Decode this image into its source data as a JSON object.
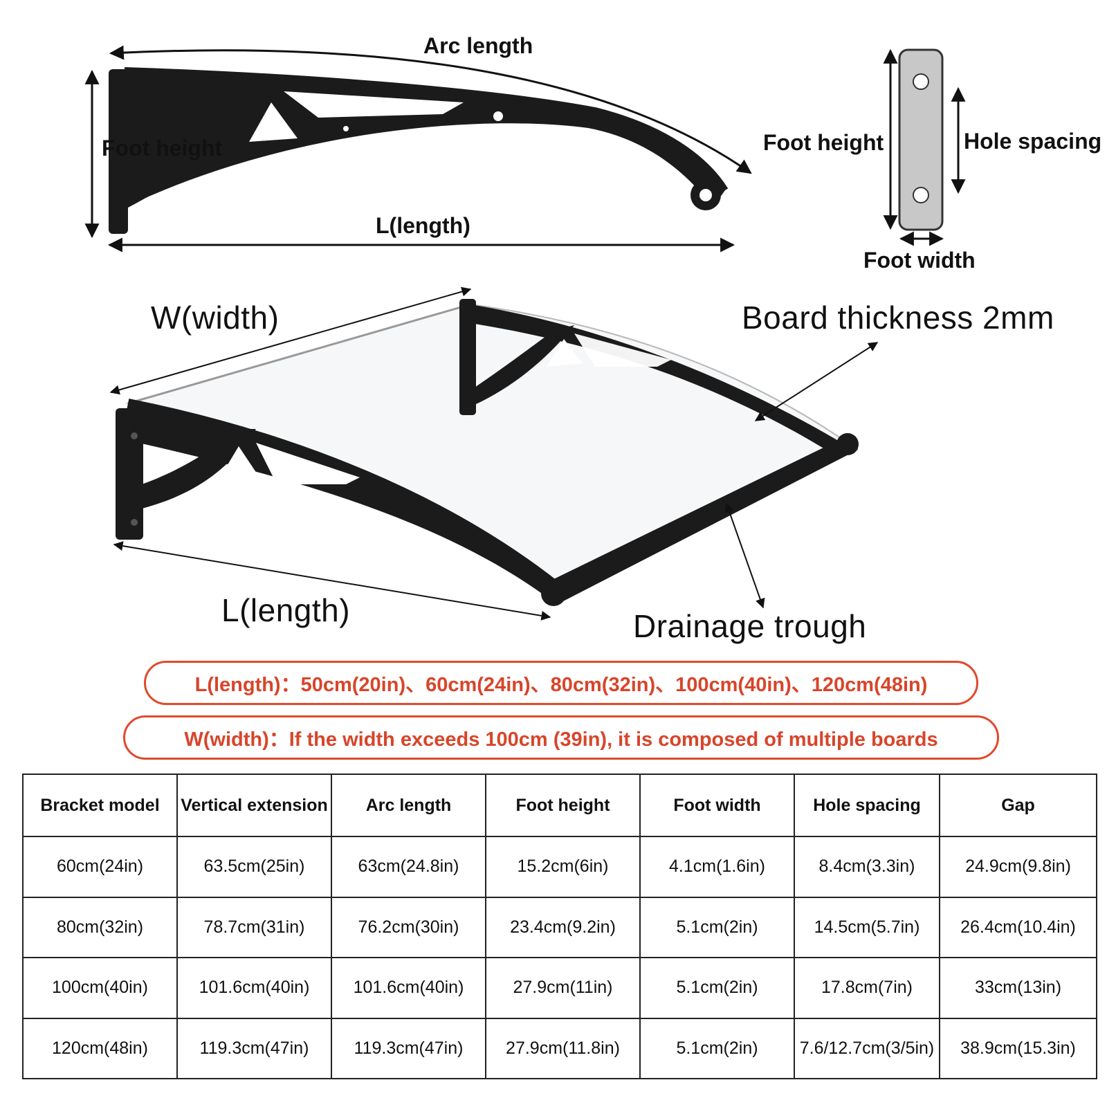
{
  "labels": {
    "arc_length": "Arc length",
    "foot_height_left": "Foot height",
    "l_length_top": "L(length)",
    "foot_height_right": "Foot height",
    "hole_spacing": "Hole spacing",
    "foot_width": "Foot width",
    "w_width": "W(width)",
    "board_thickness": "Board thickness 2mm",
    "l_length_bottom": "L(length)",
    "drainage_trough": "Drainage trough"
  },
  "notes": {
    "length_options": "L(length)：50cm(20in)、60cm(24in)、80cm(32in)、100cm(40in)、120cm(48in)",
    "width_note": "W(width)：If the width exceeds 100cm (39in), it is composed of multiple boards"
  },
  "table": {
    "headers": [
      "Bracket model",
      "Vertical extension",
      "Arc length",
      "Foot height",
      "Foot width",
      "Hole spacing",
      "Gap"
    ],
    "rows": [
      [
        "60cm(24in)",
        "63.5cm(25in)",
        "63cm(24.8in)",
        "15.2cm(6in)",
        "4.1cm(1.6in)",
        "8.4cm(3.3in)",
        "24.9cm(9.8in)"
      ],
      [
        "80cm(32in)",
        "78.7cm(31in)",
        "76.2cm(30in)",
        "23.4cm(9.2in)",
        "5.1cm(2in)",
        "14.5cm(5.7in)",
        "26.4cm(10.4in)"
      ],
      [
        "100cm(40in)",
        "101.6cm(40in)",
        "101.6cm(40in)",
        "27.9cm(11in)",
        "5.1cm(2in)",
        "17.8cm(7in)",
        "33cm(13in)"
      ],
      [
        "120cm(48in)",
        "119.3cm(47in)",
        "119.3cm(47in)",
        "27.9cm(11.8in)",
        "5.1cm(2in)",
        "7.6/12.7cm(3/5in)",
        "38.9cm(15.3in)"
      ]
    ]
  },
  "colors": {
    "accent": "#e0492b",
    "bracket": "#1b1b1b",
    "foot_plate": "#c8c8c8"
  }
}
